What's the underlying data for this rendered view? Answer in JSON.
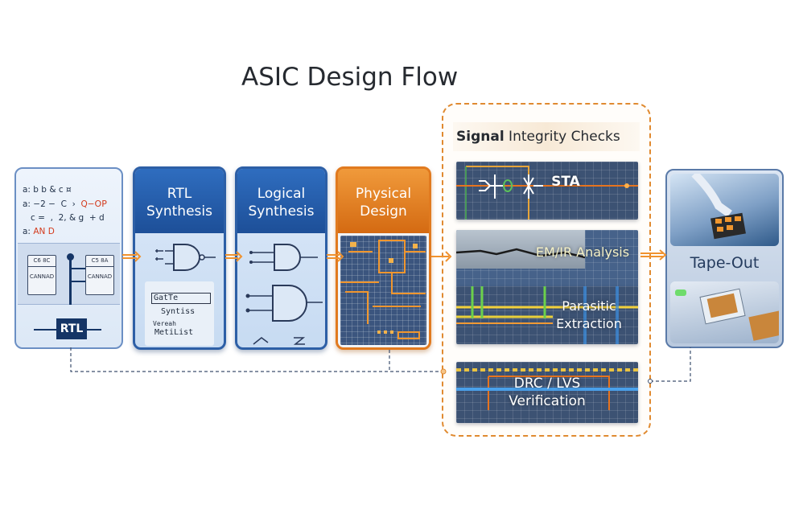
{
  "title": "ASIC Design Flow",
  "stages": {
    "rtl": {
      "code_lines": [
        {
          "text": "a: b b & c ¤",
          "highlight": ""
        },
        {
          "text": "a: −2 −  C  ›  ",
          "highlight": "Q−"
        },
        {
          "text": "   c =  ,  2, & g  + d",
          "highlight": ""
        },
        {
          "text": "a: ",
          "highlight": "AN D"
        }
      ],
      "op_label": "OP",
      "box_left_top": "C6 8C",
      "box_left_body": "CANNAD",
      "box_right_top": "C5 8A",
      "box_right_body": "CANNAD",
      "badge": "RTL"
    },
    "rtl_synthesis": {
      "title_line1": "RTL",
      "title_line2": "Synthesis",
      "netlist_lines": [
        "GatTe",
        "Syntiss",
        "Vereah",
        "MetiList"
      ]
    },
    "logical_synthesis": {
      "title_line1": "Logical",
      "title_line2": "Synthesis"
    },
    "physical_design": {
      "title_line1": "Physical",
      "title_line2": "Design"
    },
    "signal_integrity": {
      "title_bold": "Signal",
      "title_rest": " Integrity Checks",
      "checks": [
        {
          "line1": "STA",
          "line2": ""
        },
        {
          "line1": "EM/IR Analysis",
          "line2": ""
        },
        {
          "line1": "Parasitic",
          "line2": "Extraction"
        },
        {
          "line1": "DRC / LVS",
          "line2": "Verification"
        }
      ]
    },
    "tapeout": {
      "label": "Tape-Out"
    }
  },
  "colors": {
    "blue_header": "#1d4f98",
    "orange_header": "#e17a1f",
    "arrow": "#f0922e",
    "feedback_line": "#3d4f6e",
    "group_border": "#e08a30"
  }
}
